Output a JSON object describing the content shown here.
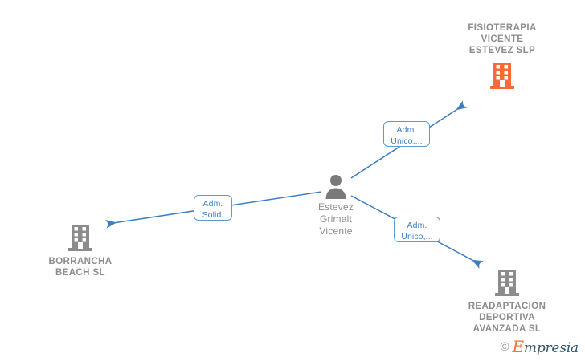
{
  "diagram": {
    "type": "relationship-graph",
    "title_node": "Estevez Grimalt Vicente",
    "center": {
      "id": "person-estevez-grimalt-vicente",
      "icon": "person-icon",
      "label": "Estevez\nGrimalt\nVicente",
      "kind": "person"
    },
    "nodes": [
      {
        "id": "company-fisioterapia-vicente-estevez-slp",
        "icon": "building-icon",
        "icon_color": "#f96a38",
        "label": "FISIOTERAPIA\nVICENTE\nESTEVEZ  SLP",
        "kind": "company",
        "position": "top-right",
        "highlighted": true
      },
      {
        "id": "company-borrancha-beach-sl",
        "icon": "building-icon",
        "icon_color": "#8c8c8c",
        "label": "BORRANCHA\nBEACH  SL",
        "kind": "company",
        "position": "bottom-left",
        "highlighted": false
      },
      {
        "id": "company-readaptacion-deportiva-avanzada-sl",
        "icon": "building-icon",
        "icon_color": "#8c8c8c",
        "label": "READAPTACION\nDEPORTIVA\nAVANZADA  SL",
        "kind": "company",
        "position": "bottom-right",
        "highlighted": false
      }
    ],
    "edges": [
      {
        "id": "edge-to-fisioterapia",
        "from": "person-estevez-grimalt-vicente",
        "to": "company-fisioterapia-vicente-estevez-slp",
        "label": "Adm.\nUnico,...",
        "direction": "up-right"
      },
      {
        "id": "edge-to-borrancha",
        "from": "person-estevez-grimalt-vicente",
        "to": "company-borrancha-beach-sl",
        "label": "Adm.\nSolid.",
        "direction": "left"
      },
      {
        "id": "edge-to-readaptacion",
        "from": "person-estevez-grimalt-vicente",
        "to": "company-readaptacion-deportiva-avanzada-sl",
        "label": "Adm.\nUnico,...",
        "direction": "down-right"
      }
    ]
  },
  "colors": {
    "edge": "#3d7ebf",
    "chip_border": "#5b9bd5",
    "chip_text": "#3d7ebf",
    "node_text": "#8c8c8c",
    "accent_company": "#f96a38",
    "neutral_company": "#8c8c8c"
  },
  "watermark": {
    "copyright": "©",
    "brand_cap": "E",
    "brand_rest": "mpresia"
  }
}
